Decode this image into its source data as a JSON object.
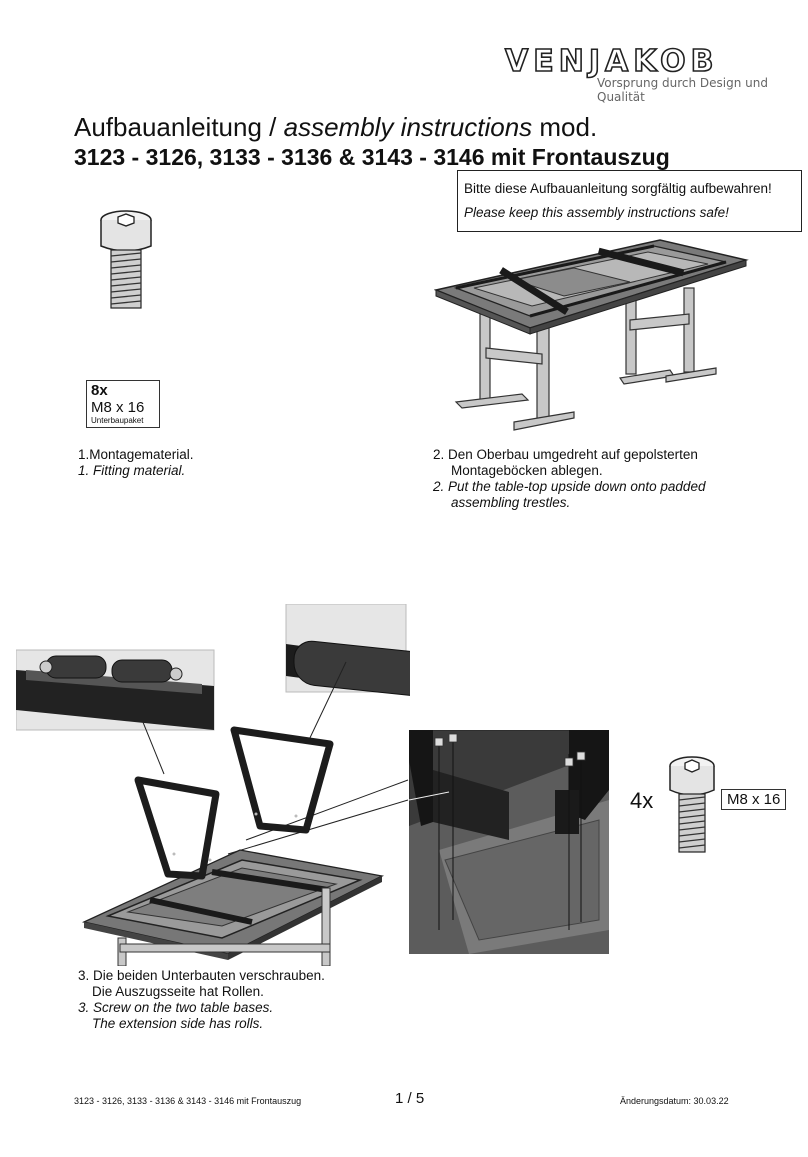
{
  "brand": {
    "name": "VENJAKOB",
    "tagline": "Vorsprung durch Design und Qualität"
  },
  "title": {
    "line1_normal": "Aufbauanleitung / ",
    "line1_italic": "assembly instructions",
    "line1_suffix": " mod.",
    "line2": "3123 - 3126, 3133 - 3136 & 3143 - 3146 mit Frontauszug"
  },
  "notice": {
    "de": "Bitte diese Aufbauanleitung sorgfältig aufbewahren!",
    "en": "Please keep this assembly instructions safe!"
  },
  "fitting": {
    "count": "8x",
    "size": "M8 x 16",
    "note": "Unterbaupaket"
  },
  "steps": [
    {
      "de": [
        "1.Montagematerial."
      ],
      "en": [
        "1. Fitting material."
      ]
    },
    {
      "de": [
        "2. Den Oberbau umgedreht auf gepolsterten",
        "Montageböcken ablegen."
      ],
      "en": [
        "2. Put the table-top upside down onto padded",
        "assembling trestles."
      ]
    },
    {
      "de": [
        "3. Die beiden Unterbauten verschrauben.",
        "Die Auszugsseite hat Rollen."
      ],
      "en": [
        "3. Screw on the two table bases.",
        "The extension side has rolls."
      ]
    }
  ],
  "screw_callout": {
    "count": "4x",
    "size": "M8 x 16"
  },
  "footer": {
    "left": "3123 - 3126, 3133 - 3136 & 3143 - 3146 mit Frontauszug",
    "page": "1 / 5",
    "right": "Änderungsdatum: 30.03.22"
  },
  "colors": {
    "ink": "#111111",
    "metal": "#b4b4b4",
    "wood": "#6e6e6e",
    "dark": "#2a2a2a"
  },
  "icons": [
    "venjakob-logo",
    "hex-socket-screw-icon",
    "table-upside-down-illustration",
    "table-base-assembly-illustration"
  ]
}
